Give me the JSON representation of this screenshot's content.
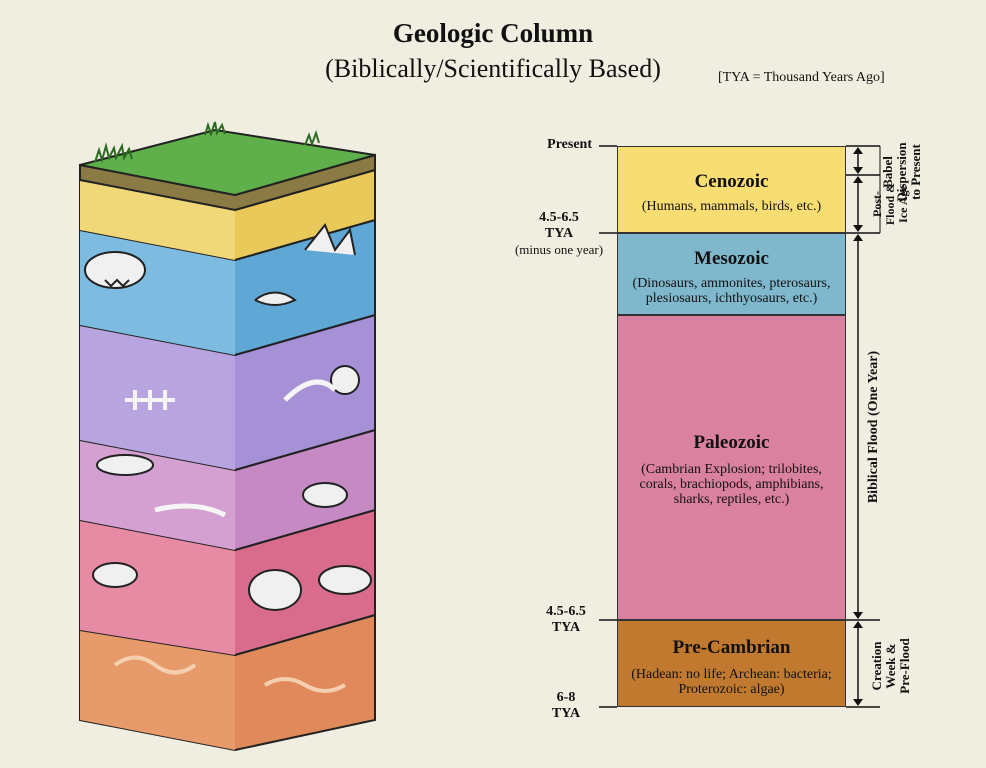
{
  "header": {
    "title": "Geologic Column",
    "subtitle": "(Biblically/Scientifically Based)",
    "note": "[TYA = Thousand Years Ago]"
  },
  "eras": [
    {
      "name": "Cenozoic",
      "desc": "(Humans, mammals, birds, etc.)",
      "color": "#f7dd72"
    },
    {
      "name": "Mesozoic",
      "desc": "(Dinosaurs, ammonites, pterosaurs, plesiosaurs, ichthyosaurs, etc.)",
      "color": "#7fb8cc"
    },
    {
      "name": "Paleozoic",
      "desc": "(Cambrian Explosion; trilobites, corals, brachiopods, amphibians, sharks, reptiles, etc.)",
      "color": "#d9819e"
    },
    {
      "name": "Pre-Cambrian",
      "desc": "(Hadean: no life; Archean: bacteria; Proterozoic: algae)",
      "color": "#c0792f"
    }
  ],
  "time_labels": {
    "present": "Present",
    "t1_line1": "4.5-6.5",
    "t1_line2": "TYA",
    "t1_sub": "(minus one year)",
    "t2_line1": "4.5-6.5",
    "t2_line2": "TYA",
    "t3_line1": "6-8",
    "t3_line2": "TYA"
  },
  "spans": {
    "babel_1": "Babel",
    "babel_2": "Dispersion",
    "babel_3": "to Present",
    "post_1": "Post-",
    "post_2": "Flood &",
    "post_3": "Ice Age",
    "flood": "Biblical Flood (One Year)",
    "creation_1": "Creation",
    "creation_2": "Week &",
    "creation_3": "Pre-Flood"
  }
}
